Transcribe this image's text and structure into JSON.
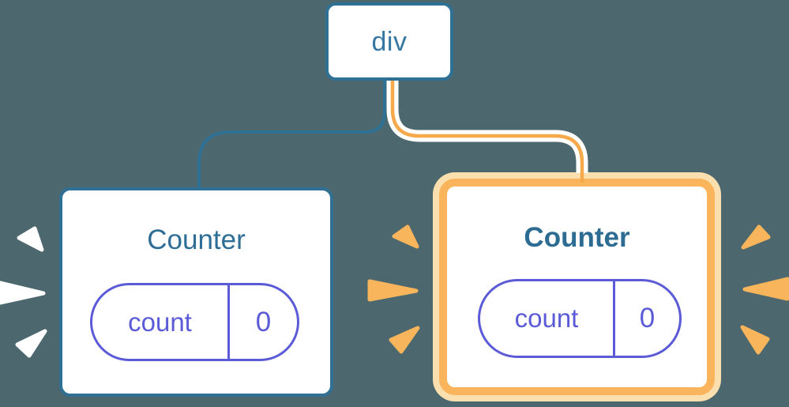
{
  "diagram": {
    "description": "React component tree: div root with two Counter children; right Counter freshly mounted (highlighted)",
    "root_node": {
      "label": "div"
    },
    "left_counter": {
      "title": "Counter",
      "state_key": "count",
      "state_value": "0",
      "highlighted": false,
      "burst_color": "#FFFFFF"
    },
    "right_counter": {
      "title": "Counter",
      "state_key": "count",
      "state_value": "0",
      "highlighted": true,
      "burst_color": "#F9B55B"
    },
    "colors": {
      "background": "#4C676E",
      "blue_stroke": "#2F7095",
      "blue_text": "#3577A1",
      "title_blue": "#2E6E96",
      "indigo_pill": "#5B5BD8",
      "orange_card_border": "#F9B45C",
      "orange_card_halo": "#FCDFAE",
      "orange_connector": "#F6A94B",
      "white_connector_casing": "#FFFFFF"
    }
  }
}
